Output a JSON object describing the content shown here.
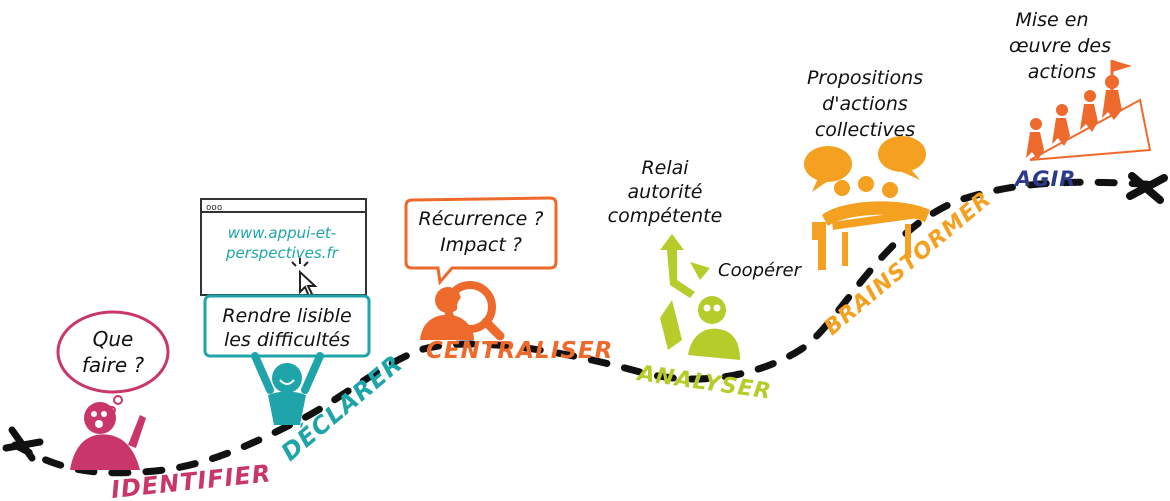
{
  "colors": {
    "pink": "#c8366a",
    "teal": "#1fa5a9",
    "orange": "#ee6a2c",
    "lime": "#b5cc2a",
    "amber": "#f4a020",
    "navy": "#2c3a8c",
    "ink": "#111111"
  },
  "steps": [
    {
      "label": "IDENTIFIER",
      "color": "#c8366a"
    },
    {
      "label": "DÉCLARER",
      "color": "#1fa5a9"
    },
    {
      "label": "CENTRALISER",
      "color": "#ee6a2c"
    },
    {
      "label": "ANALYSER",
      "color": "#b5cc2a"
    },
    {
      "label": "BRAINSTORMER",
      "color": "#f4a020"
    },
    {
      "label": "AGIR",
      "color": "#2c3a8c"
    }
  ],
  "bubbles": {
    "identifier": [
      "Que",
      "faire ?"
    ],
    "website": [
      "www.appui-et-",
      "perspectives.fr"
    ],
    "sign": [
      "Rendre lisible",
      "les difficultés"
    ],
    "centraliser": [
      "Récurrence ?",
      "Impact ?"
    ]
  },
  "captions": {
    "relai": [
      "Relai",
      "autorité",
      "compétente"
    ],
    "cooperer": "Coopérer",
    "propositions": [
      "Propositions",
      "d'actions",
      "collectives"
    ],
    "mise": [
      "Mise en",
      "œuvre des",
      "actions"
    ]
  },
  "browser_dots": "ooo",
  "icons": [
    "cross-start-icon",
    "worried-person-icon",
    "sign-holder-icon",
    "cursor-icon",
    "magnifier-person-icon",
    "arrows-thinker-icon",
    "meeting-table-icon",
    "climbers-flag-icon",
    "cross-end-icon"
  ]
}
